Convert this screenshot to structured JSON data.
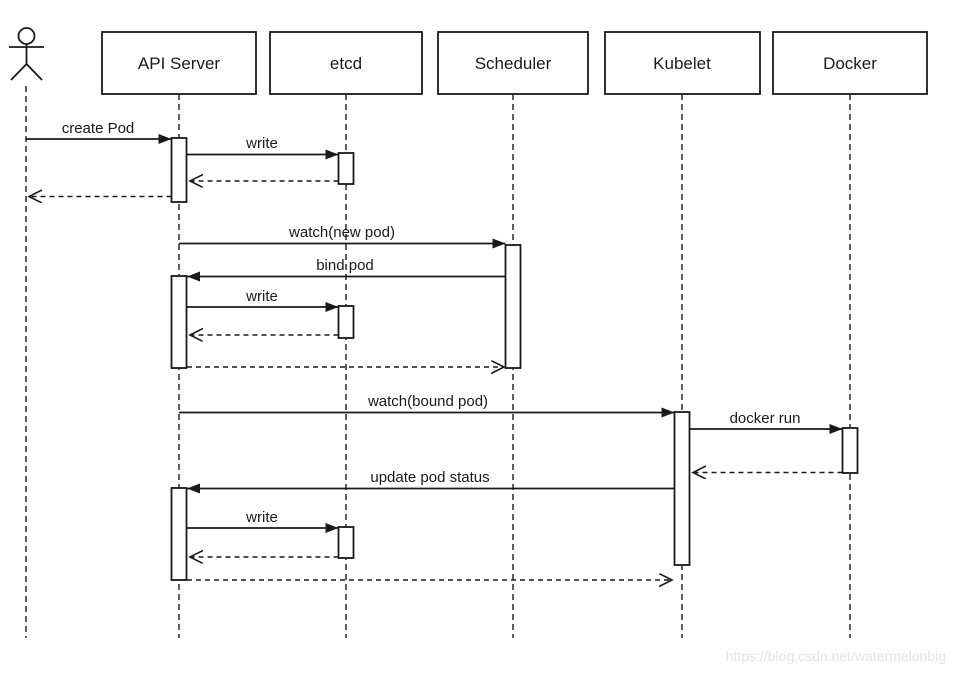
{
  "diagram": {
    "title_hint": "Kubernetes pod creation sequence diagram",
    "actor": {
      "role": "user"
    },
    "participants": [
      {
        "id": "api-server",
        "label": "API Server"
      },
      {
        "id": "etcd",
        "label": "etcd"
      },
      {
        "id": "scheduler",
        "label": "Scheduler"
      },
      {
        "id": "kubelet",
        "label": "Kubelet"
      },
      {
        "id": "docker",
        "label": "Docker"
      }
    ],
    "messages": [
      {
        "label": "create Pod",
        "from": "user",
        "to": "API Server",
        "style": "solid"
      },
      {
        "label": "write",
        "from": "API Server",
        "to": "etcd",
        "style": "solid"
      },
      {
        "label": "",
        "from": "etcd",
        "to": "API Server",
        "style": "dashed-return"
      },
      {
        "label": "",
        "from": "API Server",
        "to": "user",
        "style": "dashed-return"
      },
      {
        "label": "watch(new pod)",
        "from": "API Server",
        "to": "Scheduler",
        "style": "solid"
      },
      {
        "label": "bind pod",
        "from": "Scheduler",
        "to": "API Server",
        "style": "solid"
      },
      {
        "label": "write",
        "from": "API Server",
        "to": "etcd",
        "style": "solid"
      },
      {
        "label": "",
        "from": "etcd",
        "to": "API Server",
        "style": "dashed-return"
      },
      {
        "label": "",
        "from": "API Server",
        "to": "Scheduler",
        "style": "dashed-return"
      },
      {
        "label": "watch(bound pod)",
        "from": "API Server",
        "to": "Kubelet",
        "style": "solid"
      },
      {
        "label": "docker run",
        "from": "Kubelet",
        "to": "Docker",
        "style": "solid"
      },
      {
        "label": "",
        "from": "Docker",
        "to": "Kubelet",
        "style": "dashed-return"
      },
      {
        "label": "update pod status",
        "from": "Kubelet",
        "to": "API Server",
        "style": "solid"
      },
      {
        "label": "write",
        "from": "API Server",
        "to": "etcd",
        "style": "solid"
      },
      {
        "label": "",
        "from": "etcd",
        "to": "API Server",
        "style": "dashed-return"
      },
      {
        "label": "",
        "from": "API Server",
        "to": "Kubelet",
        "style": "dashed-return"
      }
    ],
    "watermark": "https://blog.csdn.net/watermelonbig"
  },
  "colors": {
    "line": "#1a1a1a",
    "background": "#ffffff",
    "watermark": "#e3e3e3"
  }
}
